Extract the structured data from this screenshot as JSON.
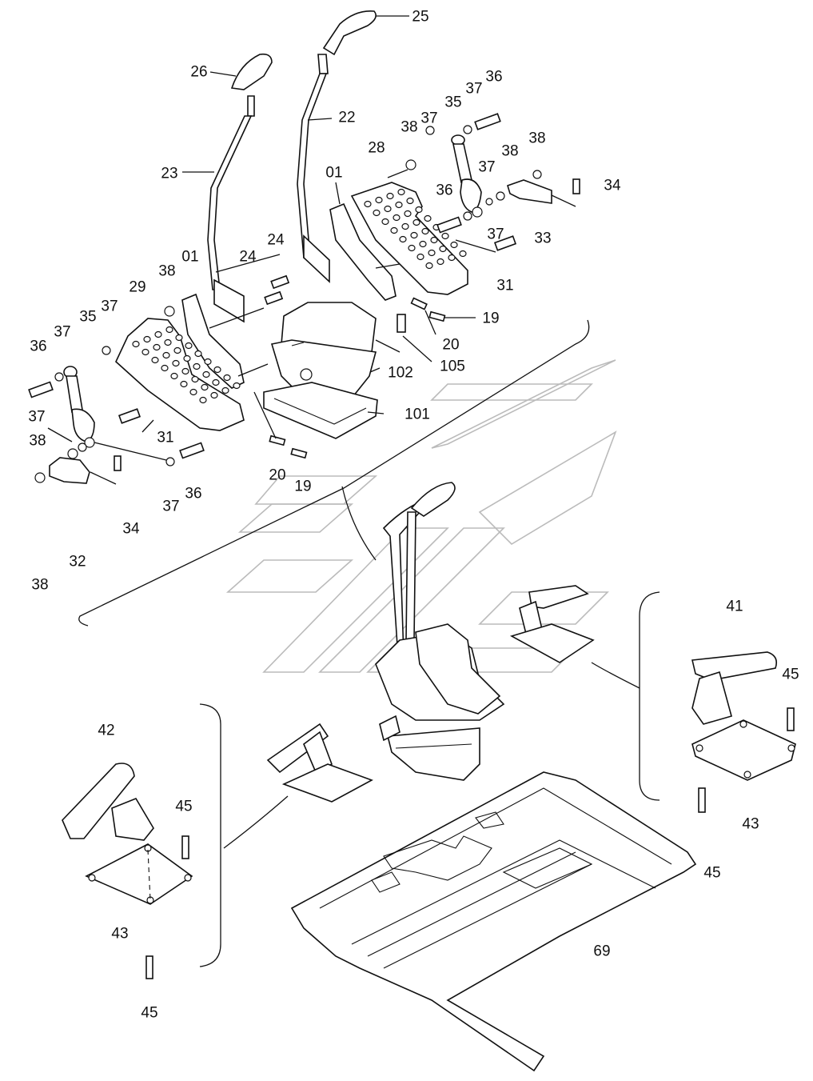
{
  "diagram": {
    "callouts": [
      {
        "id": "c25a",
        "label": "25"
      },
      {
        "id": "c26",
        "label": "26"
      },
      {
        "id": "c22",
        "label": "22"
      },
      {
        "id": "c23",
        "label": "23"
      },
      {
        "id": "c36a",
        "label": "36"
      },
      {
        "id": "c37a",
        "label": "37"
      },
      {
        "id": "c35a",
        "label": "35"
      },
      {
        "id": "c37b",
        "label": "37"
      },
      {
        "id": "c38a",
        "label": "38"
      },
      {
        "id": "c28",
        "label": "28"
      },
      {
        "id": "c01a",
        "label": "01"
      },
      {
        "id": "c38b",
        "label": "38"
      },
      {
        "id": "c37c",
        "label": "37"
      },
      {
        "id": "c38c",
        "label": "38"
      },
      {
        "id": "c34a",
        "label": "34"
      },
      {
        "id": "c36b",
        "label": "36"
      },
      {
        "id": "c37d",
        "label": "37"
      },
      {
        "id": "c33",
        "label": "33"
      },
      {
        "id": "c24a",
        "label": "24"
      },
      {
        "id": "c24b",
        "label": "24"
      },
      {
        "id": "c31a",
        "label": "31"
      },
      {
        "id": "c01b",
        "label": "01"
      },
      {
        "id": "c38d",
        "label": "38"
      },
      {
        "id": "c29",
        "label": "29"
      },
      {
        "id": "c37e",
        "label": "37"
      },
      {
        "id": "c35b",
        "label": "35"
      },
      {
        "id": "c37f",
        "label": "37"
      },
      {
        "id": "c36c",
        "label": "36"
      },
      {
        "id": "c19a",
        "label": "19"
      },
      {
        "id": "c20a",
        "label": "20"
      },
      {
        "id": "c105",
        "label": "105"
      },
      {
        "id": "c102",
        "label": "102"
      },
      {
        "id": "c101",
        "label": "101"
      },
      {
        "id": "c37g",
        "label": "37"
      },
      {
        "id": "c31b",
        "label": "31"
      },
      {
        "id": "c38e",
        "label": "38"
      },
      {
        "id": "c36d",
        "label": "36"
      },
      {
        "id": "c37h",
        "label": "37"
      },
      {
        "id": "c20b",
        "label": "20"
      },
      {
        "id": "c19b",
        "label": "19"
      },
      {
        "id": "c34b",
        "label": "34"
      },
      {
        "id": "c32",
        "label": "32"
      },
      {
        "id": "c38f",
        "label": "38"
      },
      {
        "id": "c41",
        "label": "41"
      },
      {
        "id": "c45a",
        "label": "45"
      },
      {
        "id": "c43a",
        "label": "43"
      },
      {
        "id": "c45b",
        "label": "45"
      },
      {
        "id": "c42",
        "label": "42"
      },
      {
        "id": "c45c",
        "label": "45"
      },
      {
        "id": "c43b",
        "label": "43"
      },
      {
        "id": "c45d",
        "label": "45"
      },
      {
        "id": "c69",
        "label": "69"
      }
    ]
  }
}
